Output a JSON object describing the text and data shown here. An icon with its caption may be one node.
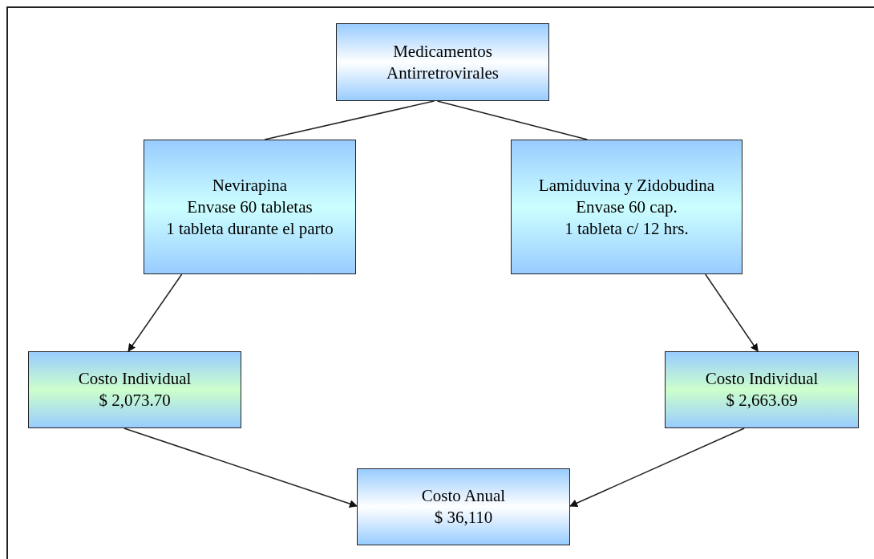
{
  "diagram": {
    "nodes": [
      {
        "text": [
          "Medicamentos Antirretrovirales"
        ]
      },
      {
        "text": [
          "Nevirapina",
          "Envase 60 tabletas",
          "1 tableta durante el parto"
        ]
      },
      {
        "text": [
          "Lamiduvina y Zidobudina",
          "Envase 60 cap.",
          "1 tableta c/ 12 hrs."
        ]
      },
      {
        "text": [
          "Costo Individual",
          "$ 2,073.70"
        ]
      },
      {
        "text": [
          "Costo Individual",
          "$ 2,663.69"
        ]
      },
      {
        "text": [
          "Costo Anual",
          "$ 36,110"
        ]
      }
    ],
    "edges": [
      {
        "from": 0,
        "to": 1,
        "arrow": "none"
      },
      {
        "from": 0,
        "to": 2,
        "arrow": "none"
      },
      {
        "from": 1,
        "to": 3,
        "arrow": "to"
      },
      {
        "from": 2,
        "to": 4,
        "arrow": "to"
      },
      {
        "from": 3,
        "to": 5,
        "arrow": "to"
      },
      {
        "from": 4,
        "to": 5,
        "arrow": "to"
      }
    ]
  }
}
